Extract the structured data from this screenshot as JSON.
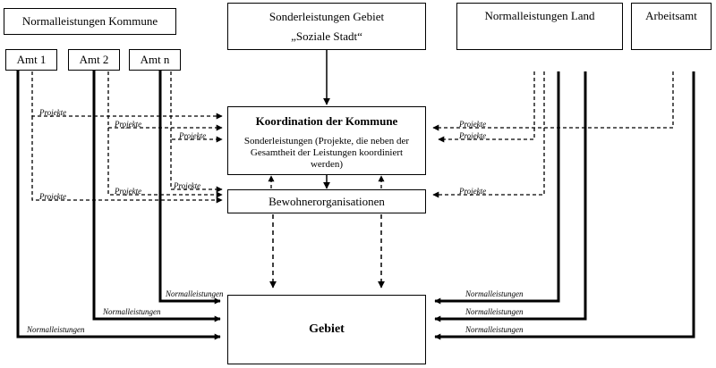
{
  "boxes": {
    "normal_kommune": "Normalleistungen Kommune",
    "sonder_gebiet_line1": "Sonderleistungen Gebiet",
    "sonder_gebiet_line2": "„Soziale Stadt“",
    "normal_land": "Normalleistungen Land",
    "arbeitsamt": "Arbeitsamt",
    "amt1": "Amt 1",
    "amt2": "Amt 2",
    "amtn": "Amt n",
    "koordination_title": "Koordination der Kommune",
    "koordination_text": "Sonderleistungen (Projekte, die neben der Gesamtheit der Leistungen koordiniert werden)",
    "bewohner": "Bewohnerorganisationen",
    "gebiet": "Gebiet"
  },
  "labels": {
    "projekte": "Projekte",
    "normalleistungen": "Normalleistungen"
  }
}
